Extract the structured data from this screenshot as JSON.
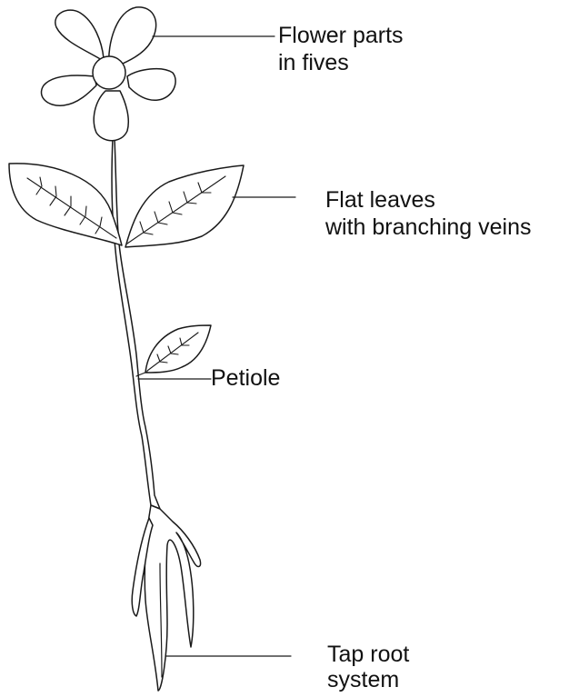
{
  "labels": {
    "flower_line1": "Flower parts",
    "flower_line2": "in fives",
    "leaves_line1": "Flat leaves",
    "leaves_line2": "with branching veins",
    "petiole": "Petiole",
    "root_line1": "Tap root",
    "root_line2": "system"
  }
}
